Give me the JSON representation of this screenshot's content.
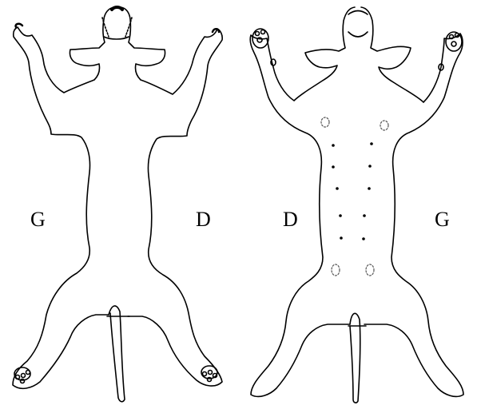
{
  "diagram": {
    "panels": [
      {
        "view": "dorsal",
        "left_label": "G",
        "right_label": "D"
      },
      {
        "view": "ventral",
        "left_label": "D",
        "right_label": "G"
      }
    ],
    "colors": {
      "outline": "#000000",
      "background": "#ffffff",
      "dotted_marks": "#555555"
    }
  }
}
